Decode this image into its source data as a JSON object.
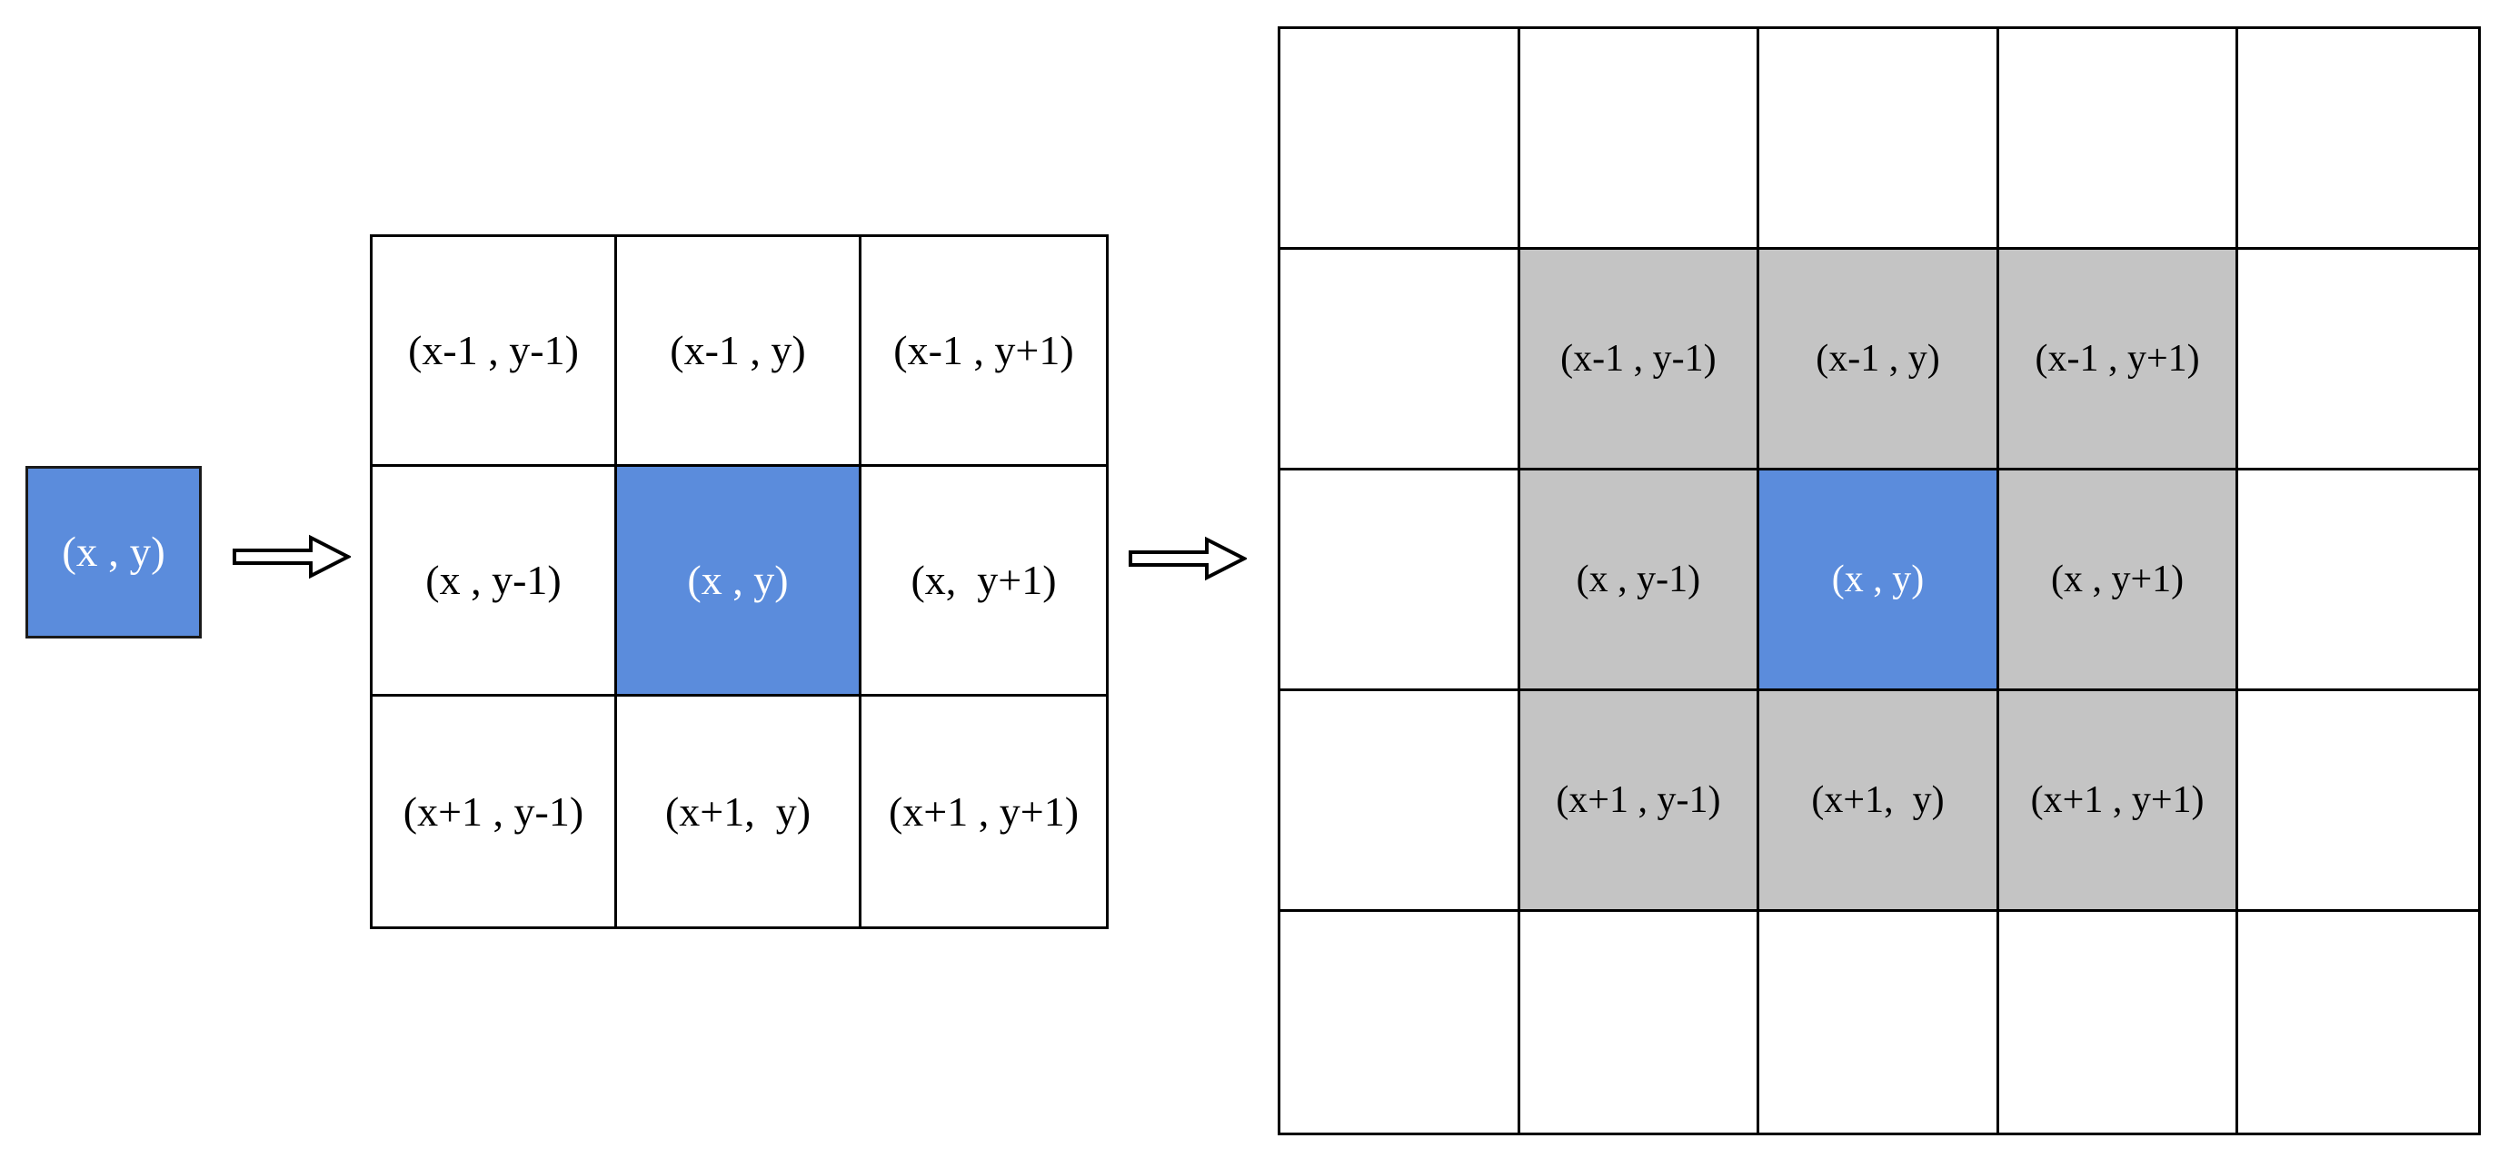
{
  "colors": {
    "blue": "#5B8CDC",
    "gray": "#C4C4C4",
    "border": "#000000",
    "background": "#FFFFFF",
    "text": "#000000",
    "text_on_blue": "#FFFFFF"
  },
  "seed": {
    "label": "(x , y)"
  },
  "icons": {
    "arrow_1": "right-block-arrow-icon",
    "arrow_2": "right-block-arrow-icon"
  },
  "grid3": {
    "rows": 3,
    "cols": 3,
    "cells": [
      [
        {
          "label": "(x-1 , y-1)",
          "fill": "white"
        },
        {
          "label": "(x-1 , y)",
          "fill": "white"
        },
        {
          "label": "(x-1 , y+1)",
          "fill": "white"
        }
      ],
      [
        {
          "label": "(x , y-1)",
          "fill": "white"
        },
        {
          "label": "(x , y)",
          "fill": "blue"
        },
        {
          "label": "(x,  y+1)",
          "fill": "white"
        }
      ],
      [
        {
          "label": "(x+1 , y-1)",
          "fill": "white"
        },
        {
          "label": "(x+1,  y)",
          "fill": "white"
        },
        {
          "label": "(x+1 , y+1)",
          "fill": "white"
        }
      ]
    ]
  },
  "grid5": {
    "rows": 5,
    "cols": 5,
    "cells": [
      [
        {
          "label": "",
          "fill": "white"
        },
        {
          "label": "",
          "fill": "white"
        },
        {
          "label": "",
          "fill": "white"
        },
        {
          "label": "",
          "fill": "white"
        },
        {
          "label": "",
          "fill": "white"
        }
      ],
      [
        {
          "label": "",
          "fill": "white"
        },
        {
          "label": "(x-1 , y-1)",
          "fill": "gray"
        },
        {
          "label": "(x-1 , y)",
          "fill": "gray"
        },
        {
          "label": "(x-1 , y+1)",
          "fill": "gray"
        },
        {
          "label": "",
          "fill": "white"
        }
      ],
      [
        {
          "label": "",
          "fill": "white"
        },
        {
          "label": "(x , y-1)",
          "fill": "gray"
        },
        {
          "label": "(x , y)",
          "fill": "blue"
        },
        {
          "label": "(x , y+1)",
          "fill": "gray"
        },
        {
          "label": "",
          "fill": "white"
        }
      ],
      [
        {
          "label": "",
          "fill": "white"
        },
        {
          "label": "(x+1 , y-1)",
          "fill": "gray"
        },
        {
          "label": "(x+1,  y)",
          "fill": "gray"
        },
        {
          "label": "(x+1 , y+1)",
          "fill": "gray"
        },
        {
          "label": "",
          "fill": "white"
        }
      ],
      [
        {
          "label": "",
          "fill": "white"
        },
        {
          "label": "",
          "fill": "white"
        },
        {
          "label": "",
          "fill": "white"
        },
        {
          "label": "",
          "fill": "white"
        },
        {
          "label": "",
          "fill": "white"
        }
      ]
    ]
  }
}
